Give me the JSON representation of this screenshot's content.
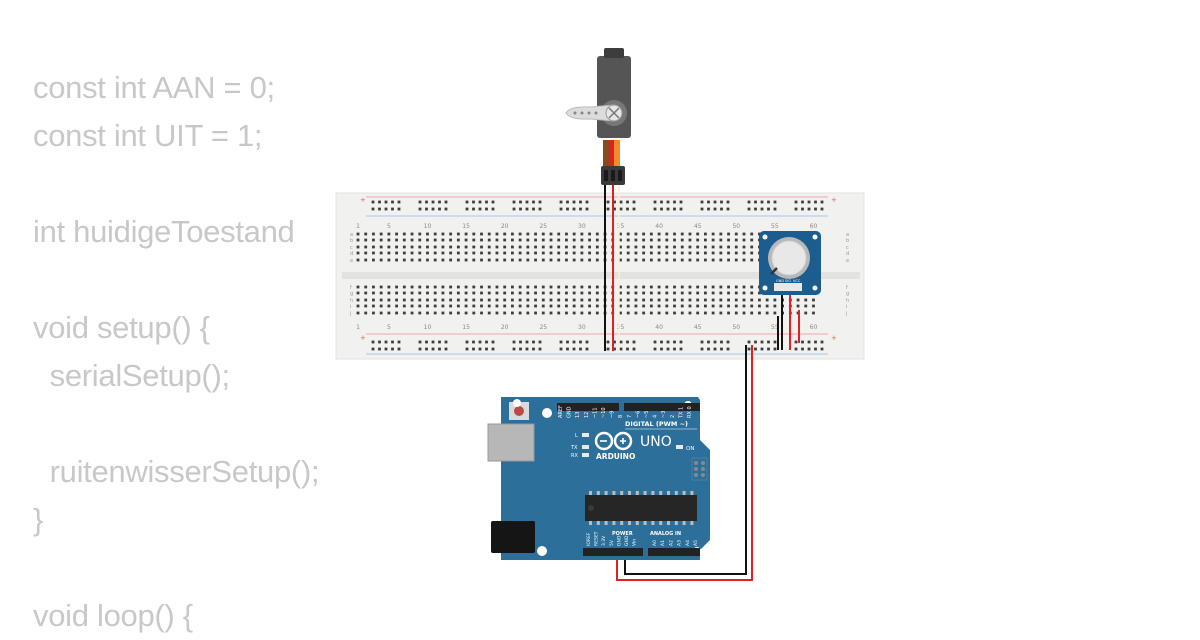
{
  "code_lines": [
    "const int AAN = 0;",
    "const int UIT = 1;",
    "",
    "int huidigeToestand",
    "",
    "void setup() {",
    "  serialSetup();",
    "",
    "  ruitenwisserSetup();",
    "}",
    "",
    "void loop() {"
  ],
  "breadboard": {
    "column_numbers": [
      "1",
      "5",
      "10",
      "15",
      "20",
      "25",
      "30",
      "35",
      "40",
      "45",
      "50",
      "55",
      "60"
    ],
    "row_letters_top": [
      "a",
      "b",
      "c",
      "d",
      "e"
    ],
    "row_letters_bottom": [
      "f",
      "g",
      "h",
      "i",
      "j"
    ],
    "rail_plus": "+",
    "rail_minus": "-"
  },
  "arduino": {
    "model": "UNO",
    "brand": "ARDUINO",
    "digital_label": "DIGITAL (PWM ~)",
    "power_label": "POWER",
    "analog_label": "ANALOG IN",
    "on_label": "ON",
    "led_labels": [
      "L",
      "TX",
      "RX"
    ],
    "header_top_pins": [
      "AREF",
      "GND",
      "13",
      "12",
      "~11",
      "~10",
      "~9",
      "8",
      "7",
      "~6",
      "~5",
      "4",
      "~3",
      "2",
      "TX 1",
      "RX 0"
    ],
    "power_pins": [
      "IOREF",
      "RESET",
      "3.3V",
      "5V",
      "GND",
      "GND",
      "Vin"
    ],
    "analog_pins": [
      "A0",
      "A1",
      "A2",
      "A3",
      "A4",
      "A5"
    ]
  },
  "potentiometer": {
    "pin_labels": [
      "GND",
      "SIG",
      "VCC"
    ]
  },
  "colors": {
    "code_text": "#c8c8c8",
    "arduino_board": "#2c6f9a",
    "wire_red": "#e02020",
    "wire_black": "#111111",
    "servo_orange": "#f08a2c",
    "pot_board": "#1b5d8f"
  }
}
